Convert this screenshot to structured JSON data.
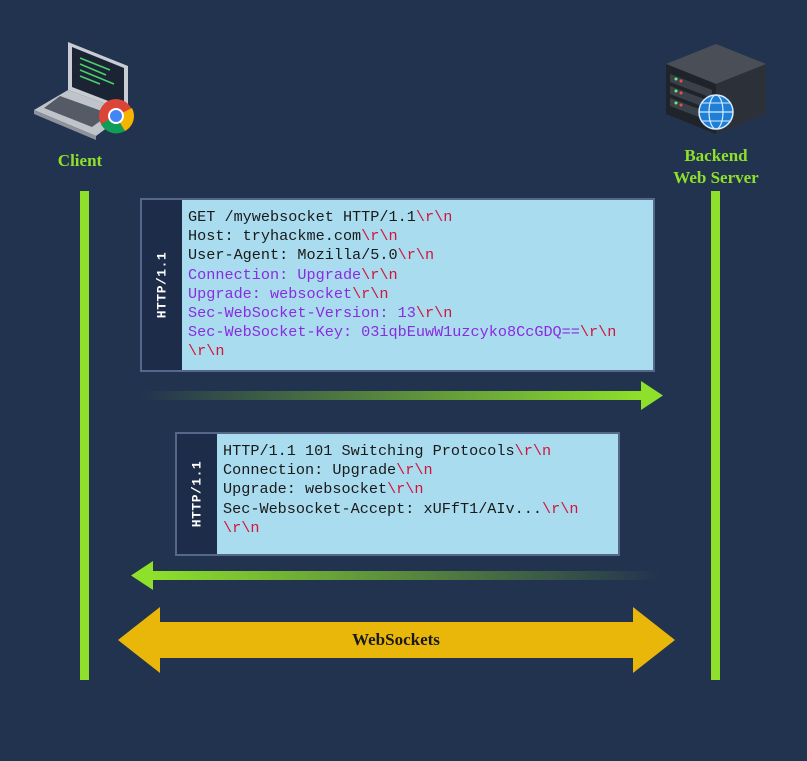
{
  "client": {
    "label": "Client",
    "icon": "laptop-chrome-icon"
  },
  "server": {
    "label_line1": "Backend",
    "label_line2": "Web Server",
    "icon": "server-globe-icon"
  },
  "request": {
    "protocol": "HTTP/1.1",
    "lines": [
      {
        "text": "GET /mywebsocket HTTP/1.1",
        "crlf": "\\r\\n",
        "highlight": false
      },
      {
        "text": "Host: tryhackme.com",
        "crlf": "\\r\\n",
        "highlight": false
      },
      {
        "text": "User-Agent: Mozilla/5.0",
        "crlf": "\\r\\n",
        "highlight": false
      },
      {
        "text": "Connection: Upgrade",
        "crlf": "\\r\\n",
        "highlight": true
      },
      {
        "text": "Upgrade: websocket",
        "crlf": "\\r\\n",
        "highlight": true
      },
      {
        "text": "Sec-WebSocket-Version: 13",
        "crlf": "\\r\\n",
        "highlight": true
      },
      {
        "text": "Sec-WebSocket-Key: 03iqbEuwW1uzcyko8CcGDQ==",
        "crlf": "\\r\\n",
        "highlight": true
      },
      {
        "text": "",
        "crlf": "\\r\\n",
        "highlight": false
      }
    ]
  },
  "response": {
    "protocol": "HTTP/1.1",
    "lines": [
      {
        "text": "HTTP/1.1 101 Switching Protocols",
        "crlf": "\\r\\n",
        "highlight": false
      },
      {
        "text": "Connection: Upgrade",
        "crlf": "\\r\\n",
        "highlight": false
      },
      {
        "text": "Upgrade: websocket",
        "crlf": "\\r\\n",
        "highlight": false
      },
      {
        "text": "Sec-Websocket-Accept: xUFfT1/AIv...",
        "crlf": "\\r\\n",
        "highlight": false
      },
      {
        "text": "",
        "crlf": "\\r\\n",
        "highlight": false
      }
    ]
  },
  "websocket": {
    "label": "WebSockets"
  },
  "colors": {
    "background": "#22334f",
    "lifeline": "#8ee02b",
    "box": "#a9dcef",
    "tab": "#1d2c48",
    "highlight": "#8a2be2",
    "crlf": "#d3153b",
    "websocket_arrow": "#e8b70a"
  }
}
